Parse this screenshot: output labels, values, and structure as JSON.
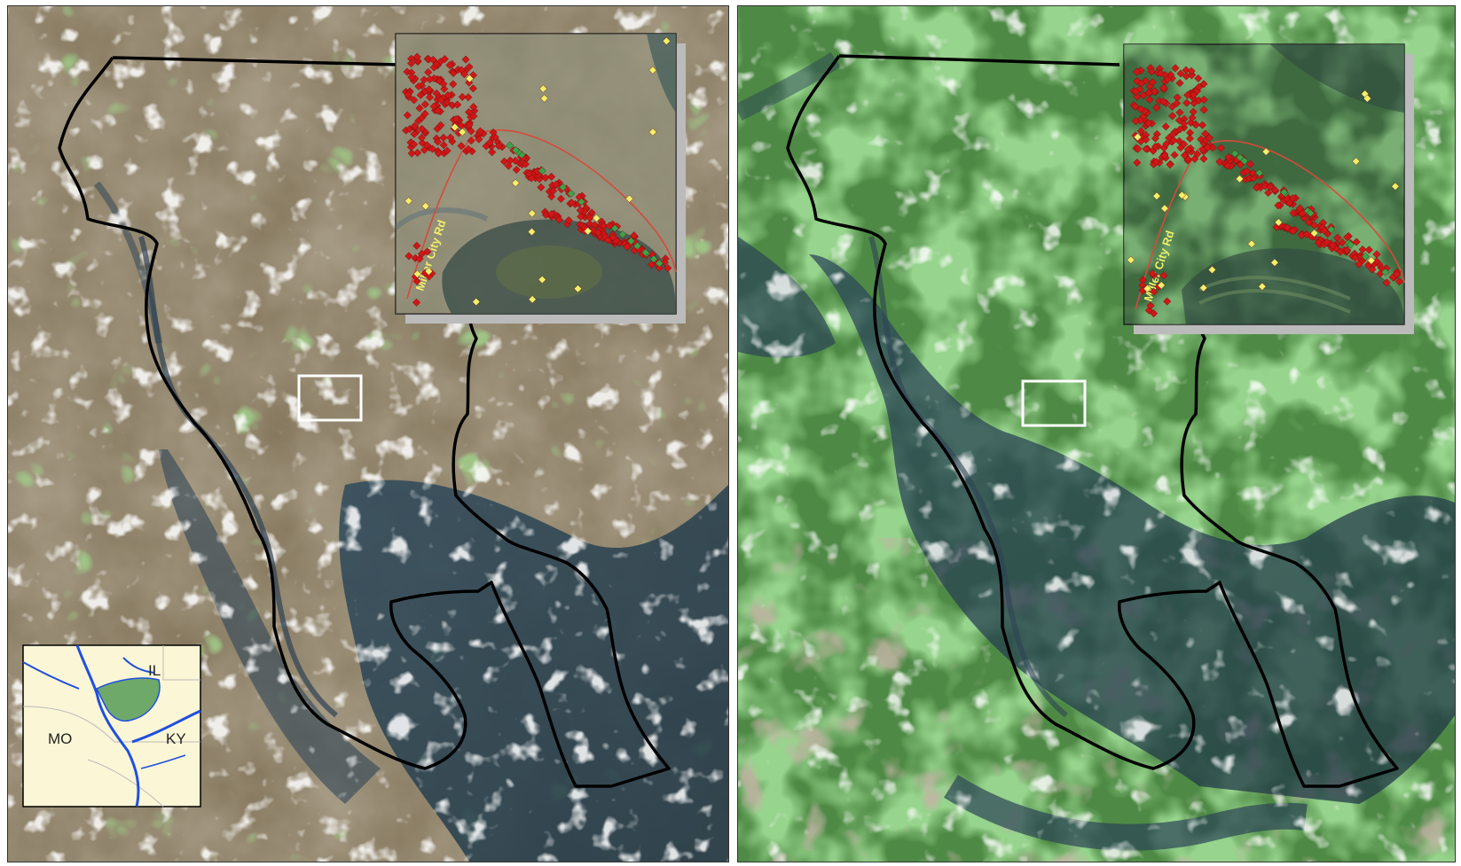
{
  "locator_map": {
    "states": [
      "IL",
      "MO",
      "KY"
    ]
  },
  "inset_map": {
    "road_label": "Miller City Rd"
  },
  "colors": {
    "boundary": "#000000",
    "study_box": "#ffffff",
    "point_major": "#d01616",
    "point_minor_yellow": "#f2ef6a",
    "point_minor_green": "#3da24a",
    "road": "#d64a3a",
    "locator_land": "#fbf6d6",
    "locator_water": "#1f4fe0",
    "locator_study_area": "#6fa96a"
  }
}
